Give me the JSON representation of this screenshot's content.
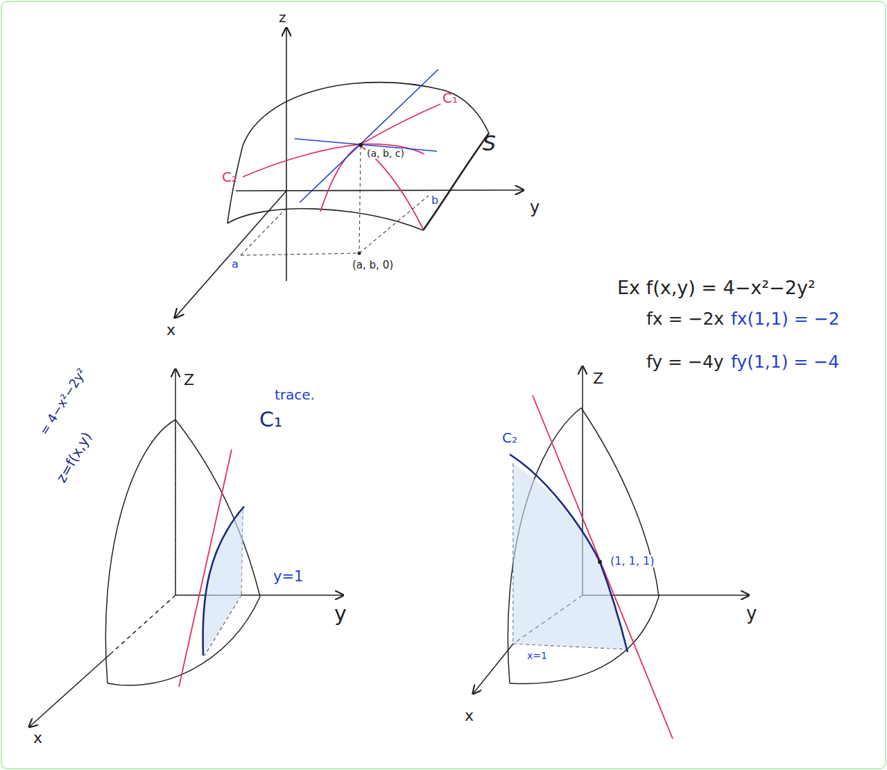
{
  "diagram": {
    "labels": [
      "z",
      "y",
      "x",
      "C₁",
      "C₂",
      "(a, b, c)",
      "S",
      "a",
      "b",
      "(a, b, 0)",
      "Ex f(x,y) = 4−x²−2y²",
      "fx = −2x",
      "fx(1,1) = −2",
      "fy = −4y",
      "fy(1,1) = −4",
      "Z",
      "y",
      "x",
      "= 4−x²−2y²",
      "z=f(x,y)",
      "trace.",
      "C₁",
      "y=1",
      "Z",
      "y",
      "x",
      "C₂",
      "(1, 1, 1)",
      "x=1"
    ]
  }
}
